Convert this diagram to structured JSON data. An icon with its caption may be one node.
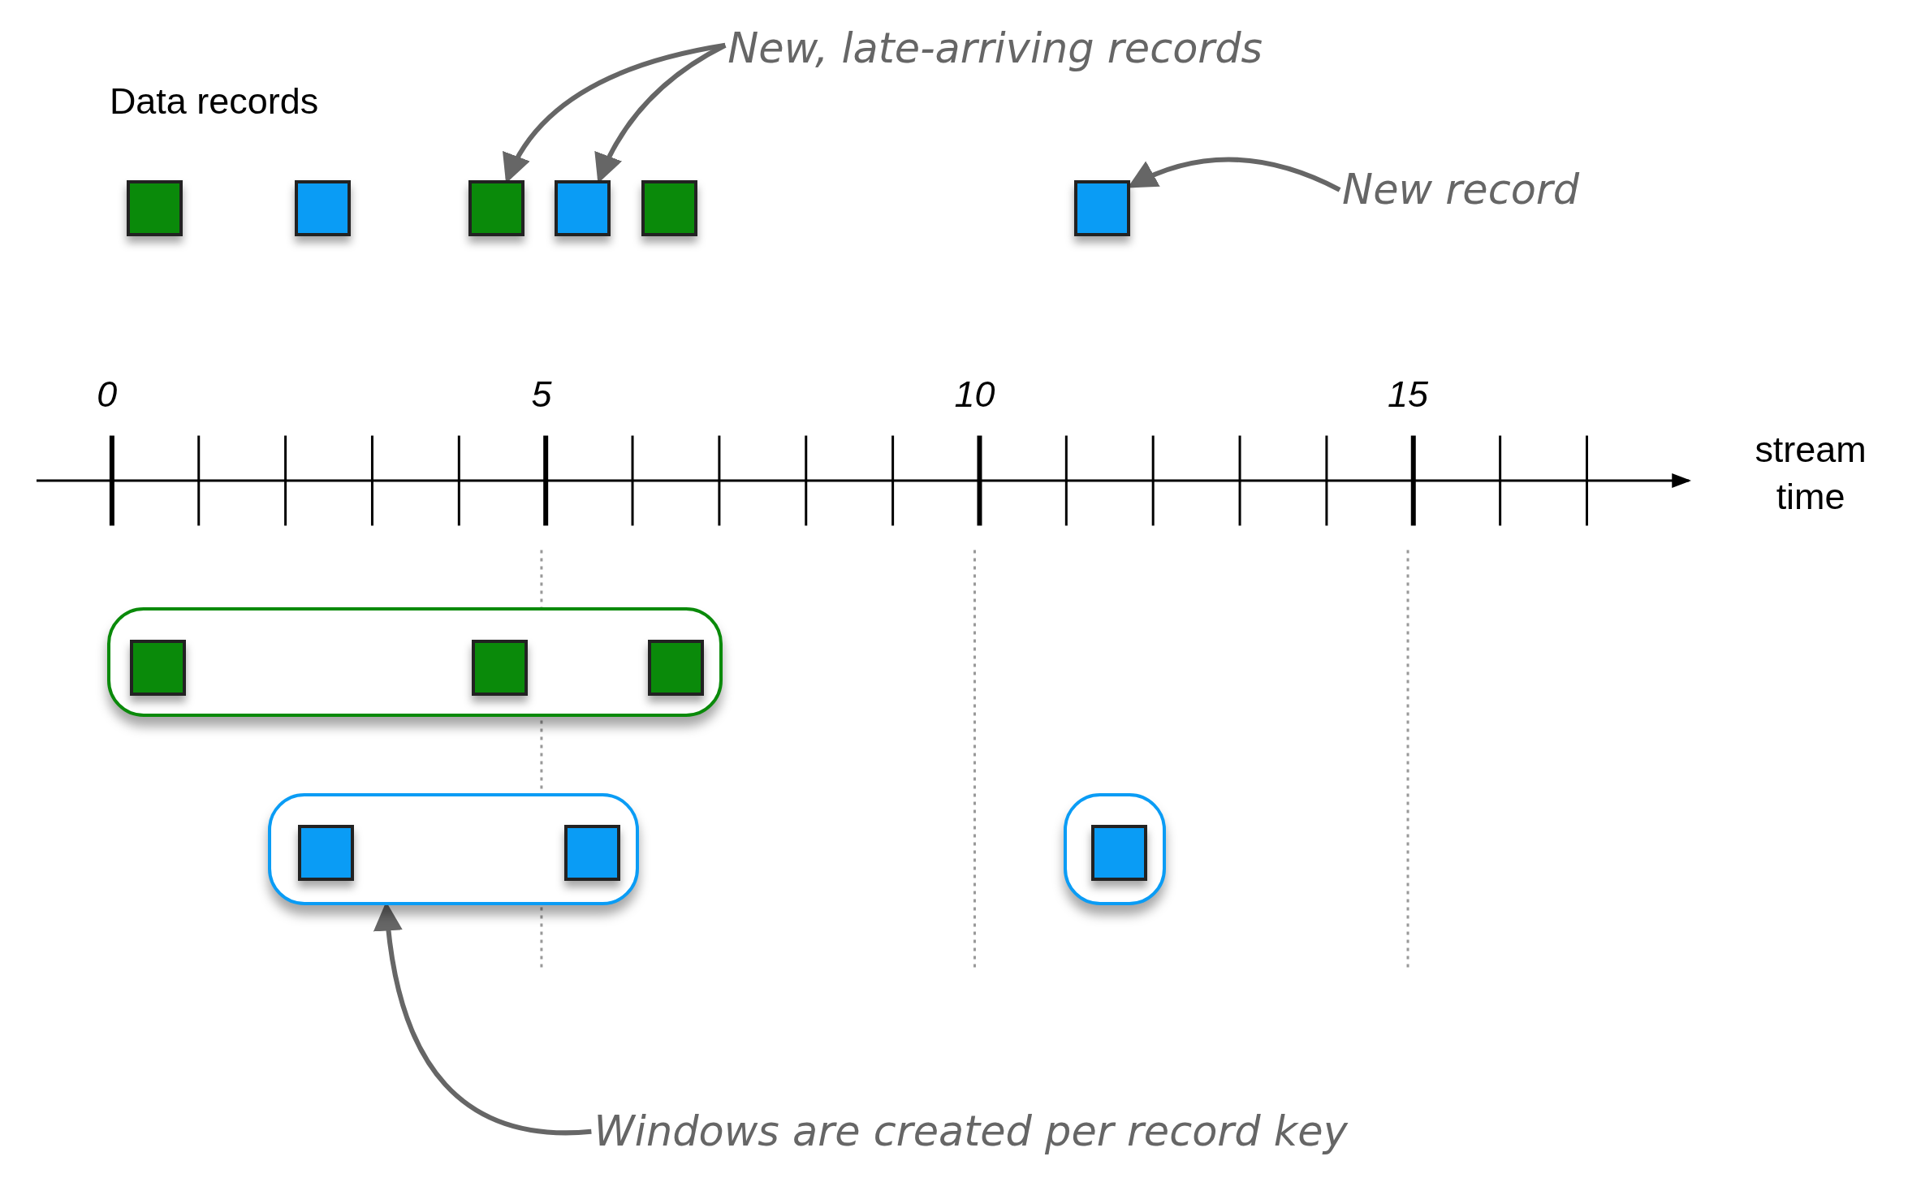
{
  "diagram": {
    "nodes": [
      {
        "text": [
          "New, late-arriving records"
        ]
      },
      {
        "text": [
          "New record"
        ]
      },
      {
        "text": [
          "Windows are created per record key"
        ]
      },
      {
        "text": [],
        "shape": "box"
      },
      {
        "text": [],
        "shape": "box"
      },
      {
        "text": [],
        "shape": "box"
      },
      {
        "text": [],
        "shape": "box"
      },
      {
        "text": [],
        "shape": "box"
      },
      {
        "text": [],
        "shape": "box"
      },
      {
        "text": [],
        "shape": "box"
      },
      {
        "text": [],
        "shape": "box",
        "in": 9
      },
      {
        "text": [],
        "shape": "box",
        "in": 9
      },
      {
        "text": [],
        "shape": "box",
        "in": 9
      },
      {
        "text": [],
        "shape": "box"
      },
      {
        "text": [],
        "shape": "box",
        "in": 13
      },
      {
        "text": [],
        "shape": "box",
        "in": 13
      },
      {
        "text": [],
        "shape": "box"
      },
      {
        "text": [],
        "shape": "box",
        "in": 16
      }
    ],
    "edges": [
      {
        "from": 0,
        "to": 5,
        "arrow": "to"
      },
      {
        "from": 0,
        "to": 6,
        "arrow": "to"
      },
      {
        "from": 1,
        "to": 8,
        "arrow": "to"
      },
      {
        "from": 2,
        "to": 13,
        "arrow": "to"
      }
    ],
    "labels": [
      "Data records",
      "0",
      "5",
      "10",
      "15",
      "stream time"
    ]
  }
}
